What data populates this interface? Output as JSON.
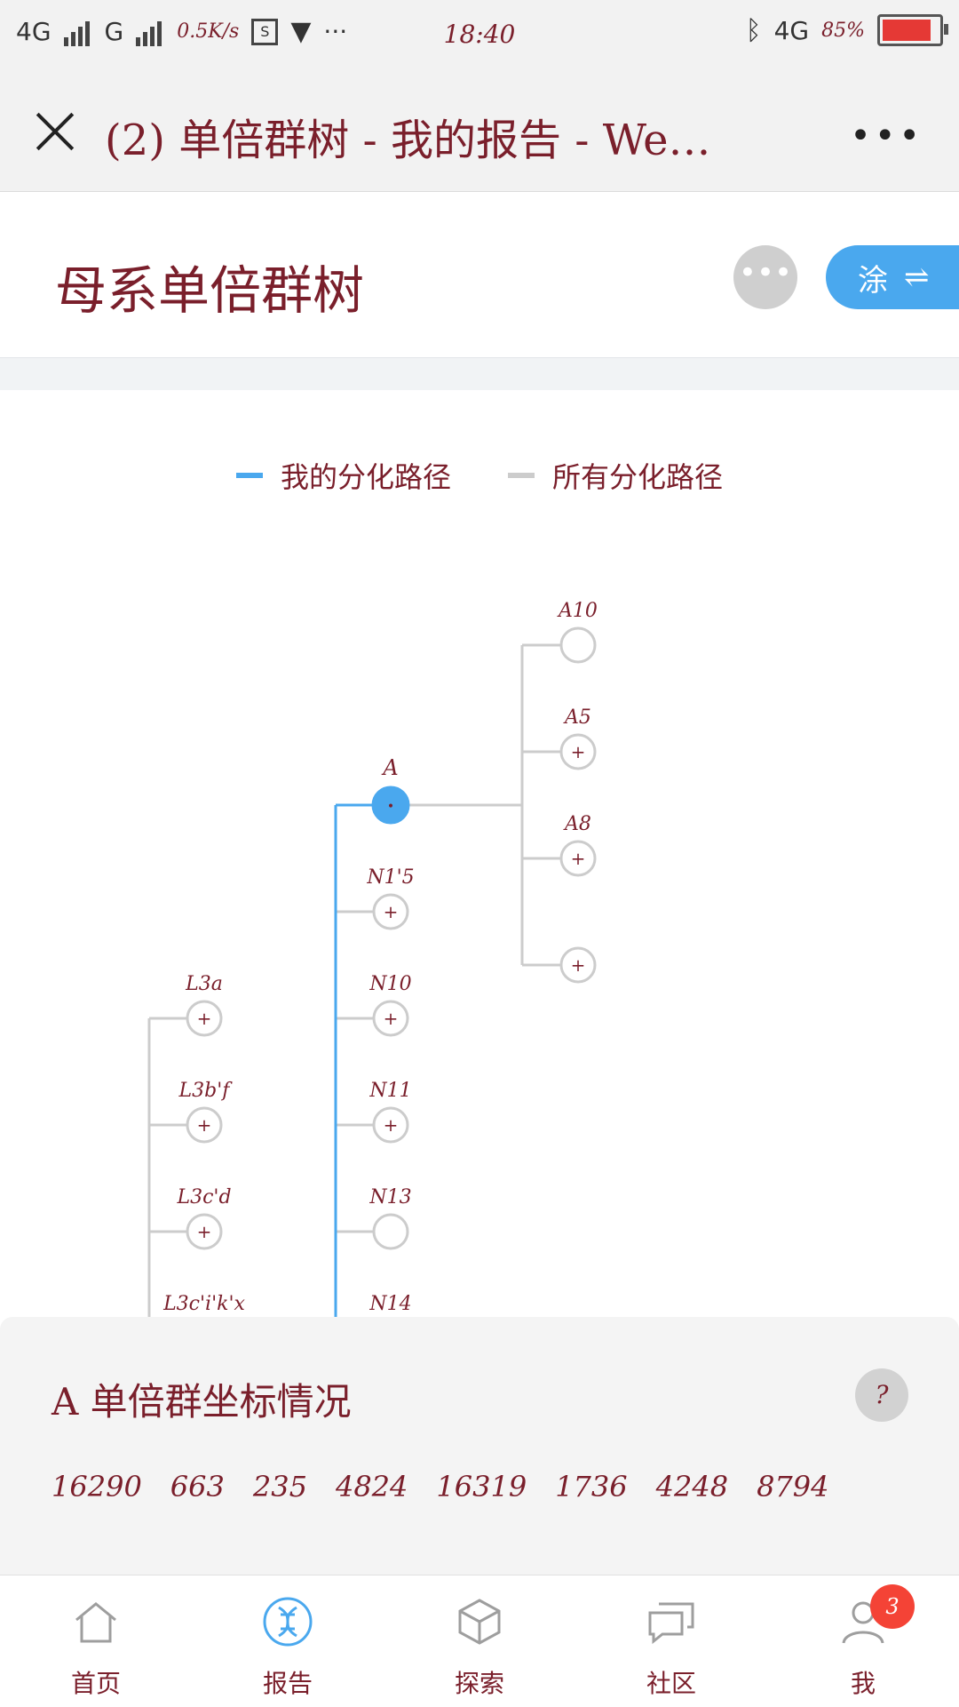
{
  "statusbar": {
    "net1": "4G",
    "net2": "G",
    "speed": "0.5K/s",
    "s_icon": "S",
    "time": "18:40",
    "net_right": "4G",
    "battery": "85%",
    "bluetooth_icon": "bluetooth-icon",
    "more_icon": "···"
  },
  "titlebar": {
    "title": "(2) 单倍群树 - 我的报告 - We…",
    "more": "•••"
  },
  "header": {
    "title": "母系单倍群树",
    "more_btn": "•••",
    "switch_btn": "涂",
    "switch_icon": "⇌"
  },
  "legend": {
    "mine": "我的分化路径",
    "all": "所有分化路径",
    "mine_color": "#4aa8ee",
    "all_color": "#cccccc"
  },
  "tree": {
    "nodes": [
      {
        "label": "A10",
        "state": "empty"
      },
      {
        "label": "A5",
        "state": "plus"
      },
      {
        "label": "A",
        "state": "selected"
      },
      {
        "label": "A8",
        "state": "plus"
      },
      {
        "label": "N1'5",
        "state": "plus"
      },
      {
        "label": "",
        "state": "plus"
      },
      {
        "label": "L3a",
        "state": "plus"
      },
      {
        "label": "N10",
        "state": "plus"
      },
      {
        "label": "L3b'f",
        "state": "plus"
      },
      {
        "label": "N11",
        "state": "plus"
      },
      {
        "label": "L3c'd",
        "state": "plus"
      },
      {
        "label": "N13",
        "state": "empty"
      },
      {
        "label": "L3c'i'k'x",
        "state": "partial"
      },
      {
        "label": "N14",
        "state": "partial"
      }
    ]
  },
  "coords": {
    "title": "A 单倍群坐标情况",
    "help": "?",
    "values": [
      "16290",
      "663",
      "235",
      "4824",
      "16319",
      "1736",
      "4248",
      "8794"
    ]
  },
  "tabbar": {
    "tabs": [
      {
        "label": "首页",
        "icon": "home-icon",
        "active": false
      },
      {
        "label": "报告",
        "icon": "dna-icon",
        "active": true
      },
      {
        "label": "探索",
        "icon": "cube-icon",
        "active": false
      },
      {
        "label": "社区",
        "icon": "chat-icon",
        "active": false
      },
      {
        "label": "我",
        "icon": "user-icon",
        "active": false,
        "badge": "3"
      }
    ]
  }
}
